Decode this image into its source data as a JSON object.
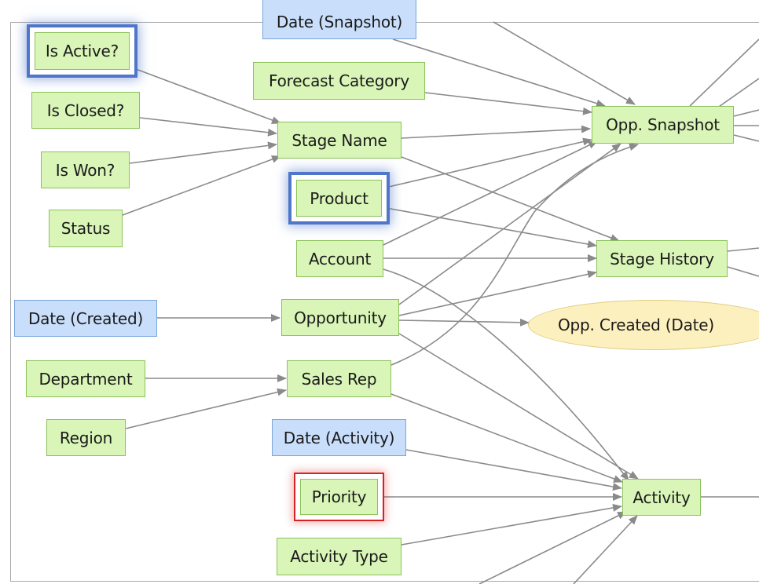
{
  "diagram": {
    "nodes": {
      "date_snapshot": "Date (Snapshot)",
      "is_active": "Is Active?",
      "forecast_category": "Forecast Category",
      "is_closed": "Is Closed?",
      "stage_name": "Stage Name",
      "opp_snapshot": "Opp. Snapshot",
      "is_won": "Is Won?",
      "product": "Product",
      "status": "Status",
      "account": "Account",
      "stage_history": "Stage History",
      "date_created": "Date (Created)",
      "opportunity": "Opportunity",
      "opp_created_date": "Opp. Created (Date)",
      "department": "Department",
      "sales_rep": "Sales Rep",
      "region": "Region",
      "date_activity": "Date (Activity)",
      "priority": "Priority",
      "activity": "Activity",
      "activity_type": "Activity Type"
    },
    "colors": {
      "dimension_fill": "#d9f5b8",
      "date_fill": "#c8defa",
      "derived_fill": "#fdf0bf",
      "edge": "#8a8a8a",
      "highlight_blue": "#4f76c8",
      "highlight_red": "#d62222"
    }
  }
}
